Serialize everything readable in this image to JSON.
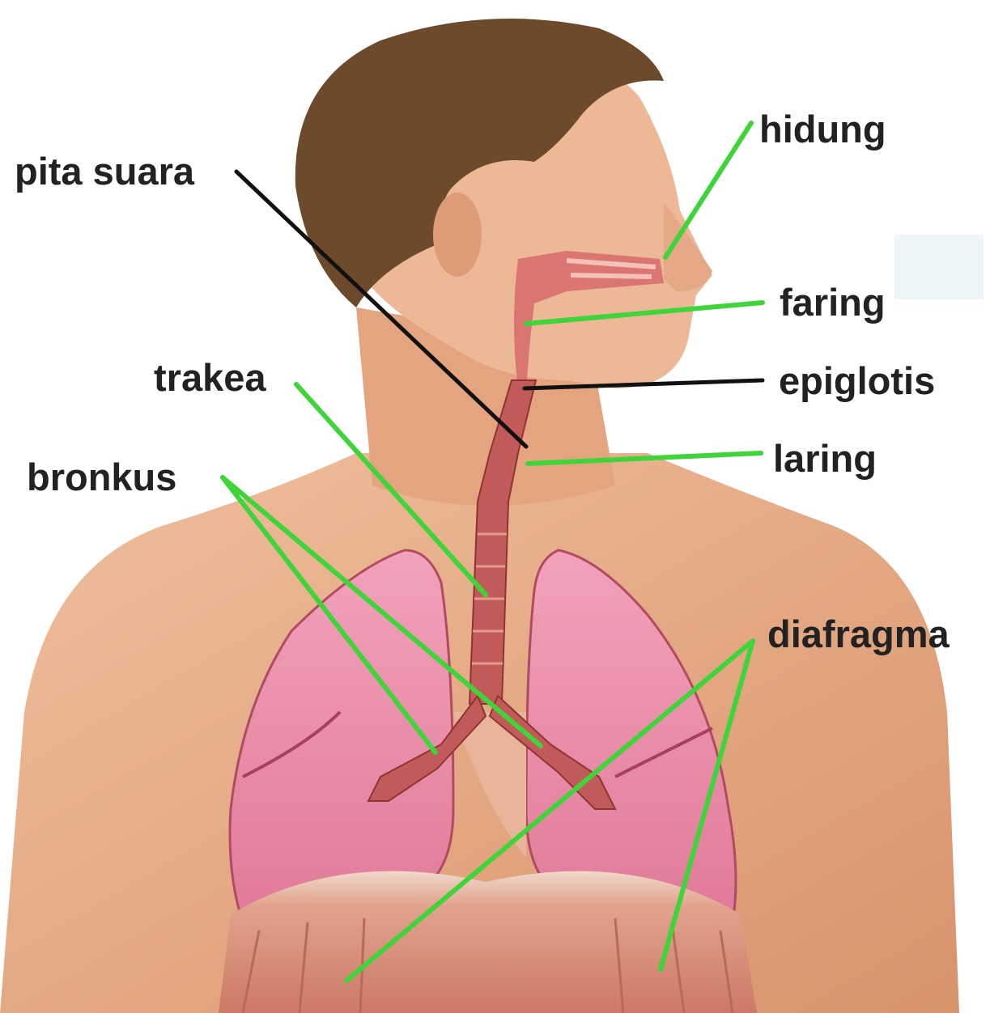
{
  "labels": {
    "pita_suara": "pita suara",
    "hidung": "hidung",
    "faring": "faring",
    "epiglotis": "epiglotis",
    "laring": "laring",
    "trakea": "trakea",
    "bronkus": "bronkus",
    "diafragma": "diafragma"
  },
  "colors": {
    "background": "#ffffff",
    "label_text": "#222222",
    "leader_green": "#3fd43a",
    "leader_black": "#111111",
    "skin": "#e9ae8a",
    "hair": "#6e4a2c",
    "lung": "#e98aa6",
    "trachea": "#c35a5a",
    "diaphragm": "#d98a78"
  }
}
